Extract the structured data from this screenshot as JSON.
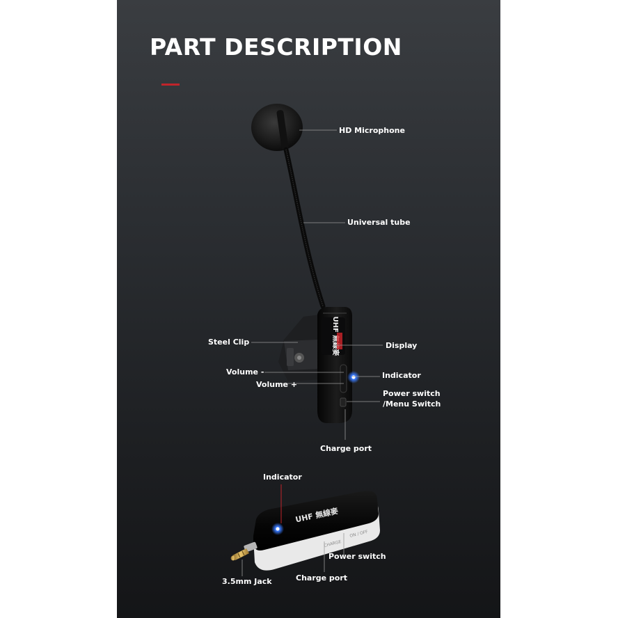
{
  "title": "PART DESCRIPTION",
  "colors": {
    "accent": "#c0242b",
    "panel_top": "#3a3d41",
    "panel_bottom": "#141517",
    "indicator_glow": "#3a7bff",
    "display_red": "#d0242a"
  },
  "microphone": {
    "labels": {
      "hd_microphone": "HD Microphone",
      "universal_tube": "Universal tube",
      "steel_clip": "Steel Clip",
      "display": "Display",
      "volume_minus": "Volume -",
      "indicator": "Indicator",
      "volume_plus": "Volume +",
      "power_switch_line1": "Power switch",
      "power_switch_line2": "/Menu Switch",
      "charge_port": "Charge port"
    },
    "device_text": "UHF 無線麥"
  },
  "receiver": {
    "labels": {
      "indicator": "Indicator",
      "power_switch": "Power switch",
      "jack": "3.5mm Jack",
      "charge_port": "Charge port"
    },
    "device_text": "UHF 無線麥"
  },
  "icons": [
    "microphone-foam-icon",
    "indicator-led-icon",
    "audio-jack-icon"
  ]
}
